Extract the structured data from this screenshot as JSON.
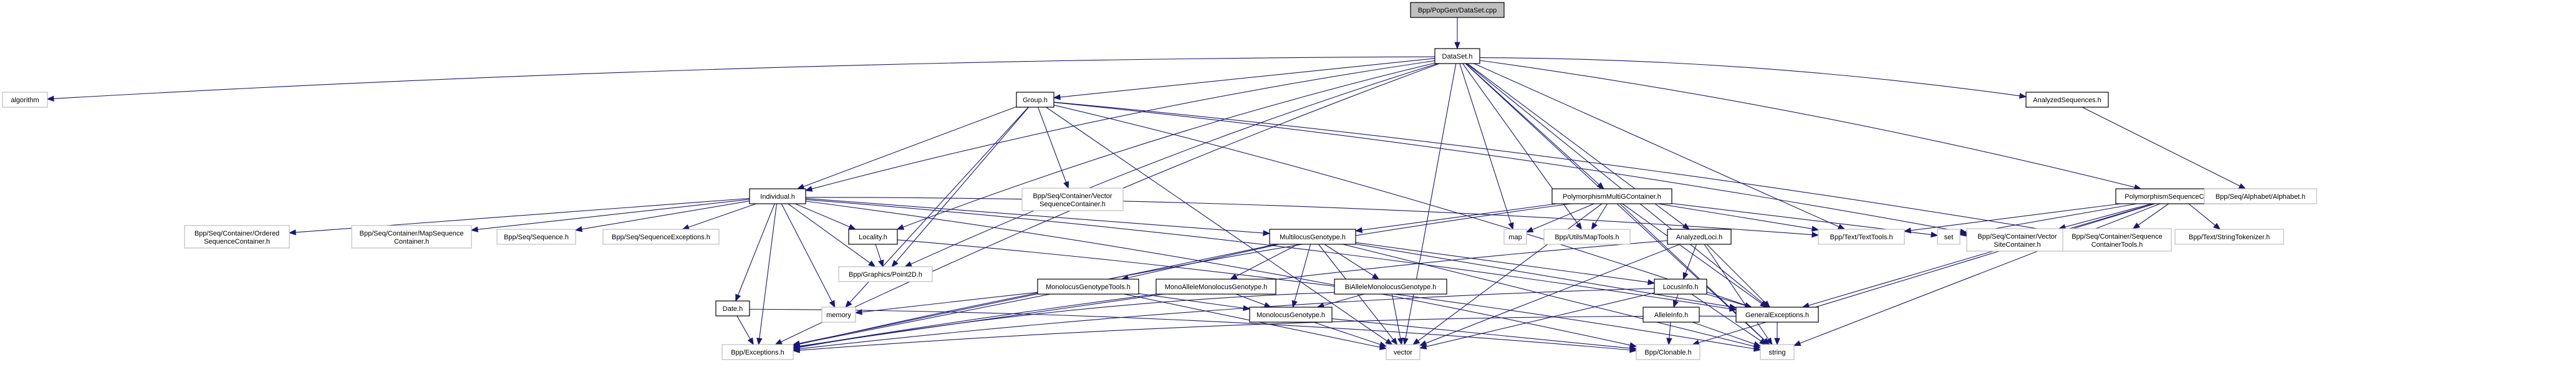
{
  "title": "Bpp/PopGen/DataSet.cpp",
  "colors": {
    "edge": "#191970",
    "root_fill": "#bfbfbf",
    "internal_border": "#000000",
    "external_border": "#bfbfbf"
  },
  "nodes": [
    {
      "id": "dataset_cpp",
      "label": [
        "Bpp/PopGen/DataSet.cpp"
      ],
      "kind": "root"
    },
    {
      "id": "dataset_h",
      "label": [
        "DataSet.h"
      ],
      "kind": "internal"
    },
    {
      "id": "algorithm",
      "label": [
        "algorithm"
      ],
      "kind": "external"
    },
    {
      "id": "group_h",
      "label": [
        "Group.h"
      ],
      "kind": "internal"
    },
    {
      "id": "analyzedseq_h",
      "label": [
        "AnalyzedSequences.h"
      ],
      "kind": "internal"
    },
    {
      "id": "individual_h",
      "label": [
        "Individual.h"
      ],
      "kind": "internal"
    },
    {
      "id": "vecseqcont",
      "label": [
        "Bpp/Seq/Container/Vector",
        "SequenceContainer.h"
      ],
      "kind": "external"
    },
    {
      "id": "polymg_h",
      "label": [
        "PolymorphismMultiGContainer.h"
      ],
      "kind": "internal"
    },
    {
      "id": "polyseq_h",
      "label": [
        "PolymorphismSequenceContainer.h"
      ],
      "kind": "internal"
    },
    {
      "id": "alphabet",
      "label": [
        "Bpp/Seq/Alphabet/Alphabet.h"
      ],
      "kind": "external"
    },
    {
      "id": "orderedseq",
      "label": [
        "Bpp/Seq/Container/Ordered",
        "SequenceContainer.h"
      ],
      "kind": "external"
    },
    {
      "id": "mapseqcont",
      "label": [
        "Bpp/Seq/Container/MapSequence",
        "Container.h"
      ],
      "kind": "external"
    },
    {
      "id": "sequence_h",
      "label": [
        "Bpp/Seq/Sequence.h"
      ],
      "kind": "external"
    },
    {
      "id": "seqexc_h",
      "label": [
        "Bpp/Seq/SequenceExceptions.h"
      ],
      "kind": "external"
    },
    {
      "id": "locality_h",
      "label": [
        "Locality.h"
      ],
      "kind": "internal"
    },
    {
      "id": "multilocus_h",
      "label": [
        "MultilocusGenotype.h"
      ],
      "kind": "internal"
    },
    {
      "id": "map",
      "label": [
        "map"
      ],
      "kind": "external"
    },
    {
      "id": "maptools",
      "label": [
        "Bpp/Utils/MapTools.h"
      ],
      "kind": "external"
    },
    {
      "id": "analyzedloci_h",
      "label": [
        "AnalyzedLoci.h"
      ],
      "kind": "internal"
    },
    {
      "id": "texttools",
      "label": [
        "Bpp/Text/TextTools.h"
      ],
      "kind": "external"
    },
    {
      "id": "set",
      "label": [
        "set"
      ],
      "kind": "external"
    },
    {
      "id": "vecsitecont",
      "label": [
        "Bpp/Seq/Container/Vector",
        "SiteContainer.h"
      ],
      "kind": "external"
    },
    {
      "id": "seqconttools",
      "label": [
        "Bpp/Seq/Container/Sequence",
        "ContainerTools.h"
      ],
      "kind": "external"
    },
    {
      "id": "strtok",
      "label": [
        "Bpp/Text/StringTokenizer.h"
      ],
      "kind": "external"
    },
    {
      "id": "point2d",
      "label": [
        "Bpp/Graphics/Point2D.h"
      ],
      "kind": "external"
    },
    {
      "id": "monotools_h",
      "label": [
        "MonolocusGenotypeTools.h"
      ],
      "kind": "internal"
    },
    {
      "id": "monoallele_h",
      "label": [
        "MonoAlleleMonolocusGenotype.h"
      ],
      "kind": "internal"
    },
    {
      "id": "biallele_h",
      "label": [
        "BiAlleleMonolocusGenotype.h"
      ],
      "kind": "internal"
    },
    {
      "id": "locusinfo_h",
      "label": [
        "LocusInfo.h"
      ],
      "kind": "internal"
    },
    {
      "id": "memory",
      "label": [
        "memory"
      ],
      "kind": "external"
    },
    {
      "id": "monolocus_h",
      "label": [
        "MonolocusGenotype.h"
      ],
      "kind": "internal"
    },
    {
      "id": "generalexc_h",
      "label": [
        "GeneralExceptions.h"
      ],
      "kind": "internal"
    },
    {
      "id": "date_h",
      "label": [
        "Date.h"
      ],
      "kind": "internal"
    },
    {
      "id": "alleleinfo_h",
      "label": [
        "AlleleInfo.h"
      ],
      "kind": "internal"
    },
    {
      "id": "exceptions",
      "label": [
        "Bpp/Exceptions.h"
      ],
      "kind": "external"
    },
    {
      "id": "vector",
      "label": [
        "vector"
      ],
      "kind": "external"
    },
    {
      "id": "clonable",
      "label": [
        "Bpp/Clonable.h"
      ],
      "kind": "external"
    },
    {
      "id": "string",
      "label": [
        "string"
      ],
      "kind": "external"
    }
  ],
  "edges": [
    [
      "dataset_cpp",
      "dataset_h"
    ],
    [
      "dataset_h",
      "algorithm"
    ],
    [
      "dataset_h",
      "group_h"
    ],
    [
      "dataset_h",
      "analyzedseq_h"
    ],
    [
      "dataset_h",
      "individual_h"
    ],
    [
      "dataset_h",
      "polymg_h"
    ],
    [
      "dataset_h",
      "polyseq_h"
    ],
    [
      "dataset_h",
      "locality_h"
    ],
    [
      "dataset_h",
      "map"
    ],
    [
      "dataset_h",
      "maptools"
    ],
    [
      "dataset_h",
      "analyzedloci_h"
    ],
    [
      "dataset_h",
      "texttools"
    ],
    [
      "dataset_h",
      "vector"
    ],
    [
      "dataset_h",
      "string"
    ],
    [
      "dataset_h",
      "exceptions"
    ],
    [
      "dataset_h",
      "generalexc_h"
    ],
    [
      "dataset_h",
      "point2d"
    ],
    [
      "group_h",
      "individual_h"
    ],
    [
      "group_h",
      "vecseqcont"
    ],
    [
      "group_h",
      "memory"
    ],
    [
      "group_h",
      "vector"
    ],
    [
      "group_h",
      "generalexc_h"
    ],
    [
      "group_h",
      "vecsitecont"
    ],
    [
      "group_h",
      "seqconttools"
    ],
    [
      "group_h",
      "point2d"
    ],
    [
      "analyzedseq_h",
      "alphabet"
    ],
    [
      "individual_h",
      "orderedseq"
    ],
    [
      "individual_h",
      "mapseqcont"
    ],
    [
      "individual_h",
      "sequence_h"
    ],
    [
      "individual_h",
      "seqexc_h"
    ],
    [
      "individual_h",
      "locality_h"
    ],
    [
      "individual_h",
      "multilocus_h"
    ],
    [
      "individual_h",
      "point2d"
    ],
    [
      "individual_h",
      "date_h"
    ],
    [
      "individual_h",
      "memory"
    ],
    [
      "individual_h",
      "exceptions"
    ],
    [
      "individual_h",
      "texttools"
    ],
    [
      "individual_h",
      "generalexc_h"
    ],
    [
      "individual_h",
      "clonable"
    ],
    [
      "polymg_h",
      "multilocus_h"
    ],
    [
      "polymg_h",
      "map"
    ],
    [
      "polymg_h",
      "maptools"
    ],
    [
      "polymg_h",
      "texttools"
    ],
    [
      "polymg_h",
      "set"
    ],
    [
      "polymg_h",
      "vector"
    ],
    [
      "polymg_h",
      "string"
    ],
    [
      "polymg_h",
      "exceptions"
    ],
    [
      "polymg_h",
      "generalexc_h"
    ],
    [
      "polyseq_h",
      "set"
    ],
    [
      "polyseq_h",
      "vecsitecont"
    ],
    [
      "polyseq_h",
      "seqconttools"
    ],
    [
      "polyseq_h",
      "strtok"
    ],
    [
      "polyseq_h",
      "texttools"
    ],
    [
      "polyseq_h",
      "string"
    ],
    [
      "polyseq_h",
      "generalexc_h"
    ],
    [
      "polyseq_h",
      "clonable"
    ],
    [
      "locality_h",
      "point2d"
    ],
    [
      "locality_h",
      "string"
    ],
    [
      "multilocus_h",
      "monotools_h"
    ],
    [
      "multilocus_h",
      "monoallele_h"
    ],
    [
      "multilocus_h",
      "biallele_h"
    ],
    [
      "multilocus_h",
      "monolocus_h"
    ],
    [
      "multilocus_h",
      "locusinfo_h"
    ],
    [
      "multilocus_h",
      "exceptions"
    ],
    [
      "multilocus_h",
      "vector"
    ],
    [
      "multilocus_h",
      "generalexc_h"
    ],
    [
      "multilocus_h",
      "string"
    ],
    [
      "analyzedloci_h",
      "locusinfo_h"
    ],
    [
      "analyzedloci_h",
      "generalexc_h"
    ],
    [
      "analyzedloci_h",
      "vector"
    ],
    [
      "analyzedloci_h",
      "exceptions"
    ],
    [
      "analyzedloci_h",
      "string"
    ],
    [
      "monotools_h",
      "memory"
    ],
    [
      "monotools_h",
      "monolocus_h"
    ],
    [
      "monotools_h",
      "exceptions"
    ],
    [
      "monotools_h",
      "vector"
    ],
    [
      "monoallele_h",
      "monolocus_h"
    ],
    [
      "monoallele_h",
      "exceptions"
    ],
    [
      "biallele_h",
      "monolocus_h"
    ],
    [
      "biallele_h",
      "exceptions"
    ],
    [
      "biallele_h",
      "vector"
    ],
    [
      "locusinfo_h",
      "alleleinfo_h"
    ],
    [
      "locusinfo_h",
      "generalexc_h"
    ],
    [
      "locusinfo_h",
      "vector"
    ],
    [
      "locusinfo_h",
      "string"
    ],
    [
      "locusinfo_h",
      "exceptions"
    ],
    [
      "monolocus_h",
      "vector"
    ],
    [
      "monolocus_h",
      "clonable"
    ],
    [
      "generalexc_h",
      "exceptions"
    ],
    [
      "generalexc_h",
      "string"
    ],
    [
      "date_h",
      "exceptions"
    ],
    [
      "date_h",
      "clonable"
    ],
    [
      "alleleinfo_h",
      "clonable"
    ],
    [
      "alleleinfo_h",
      "string"
    ]
  ]
}
